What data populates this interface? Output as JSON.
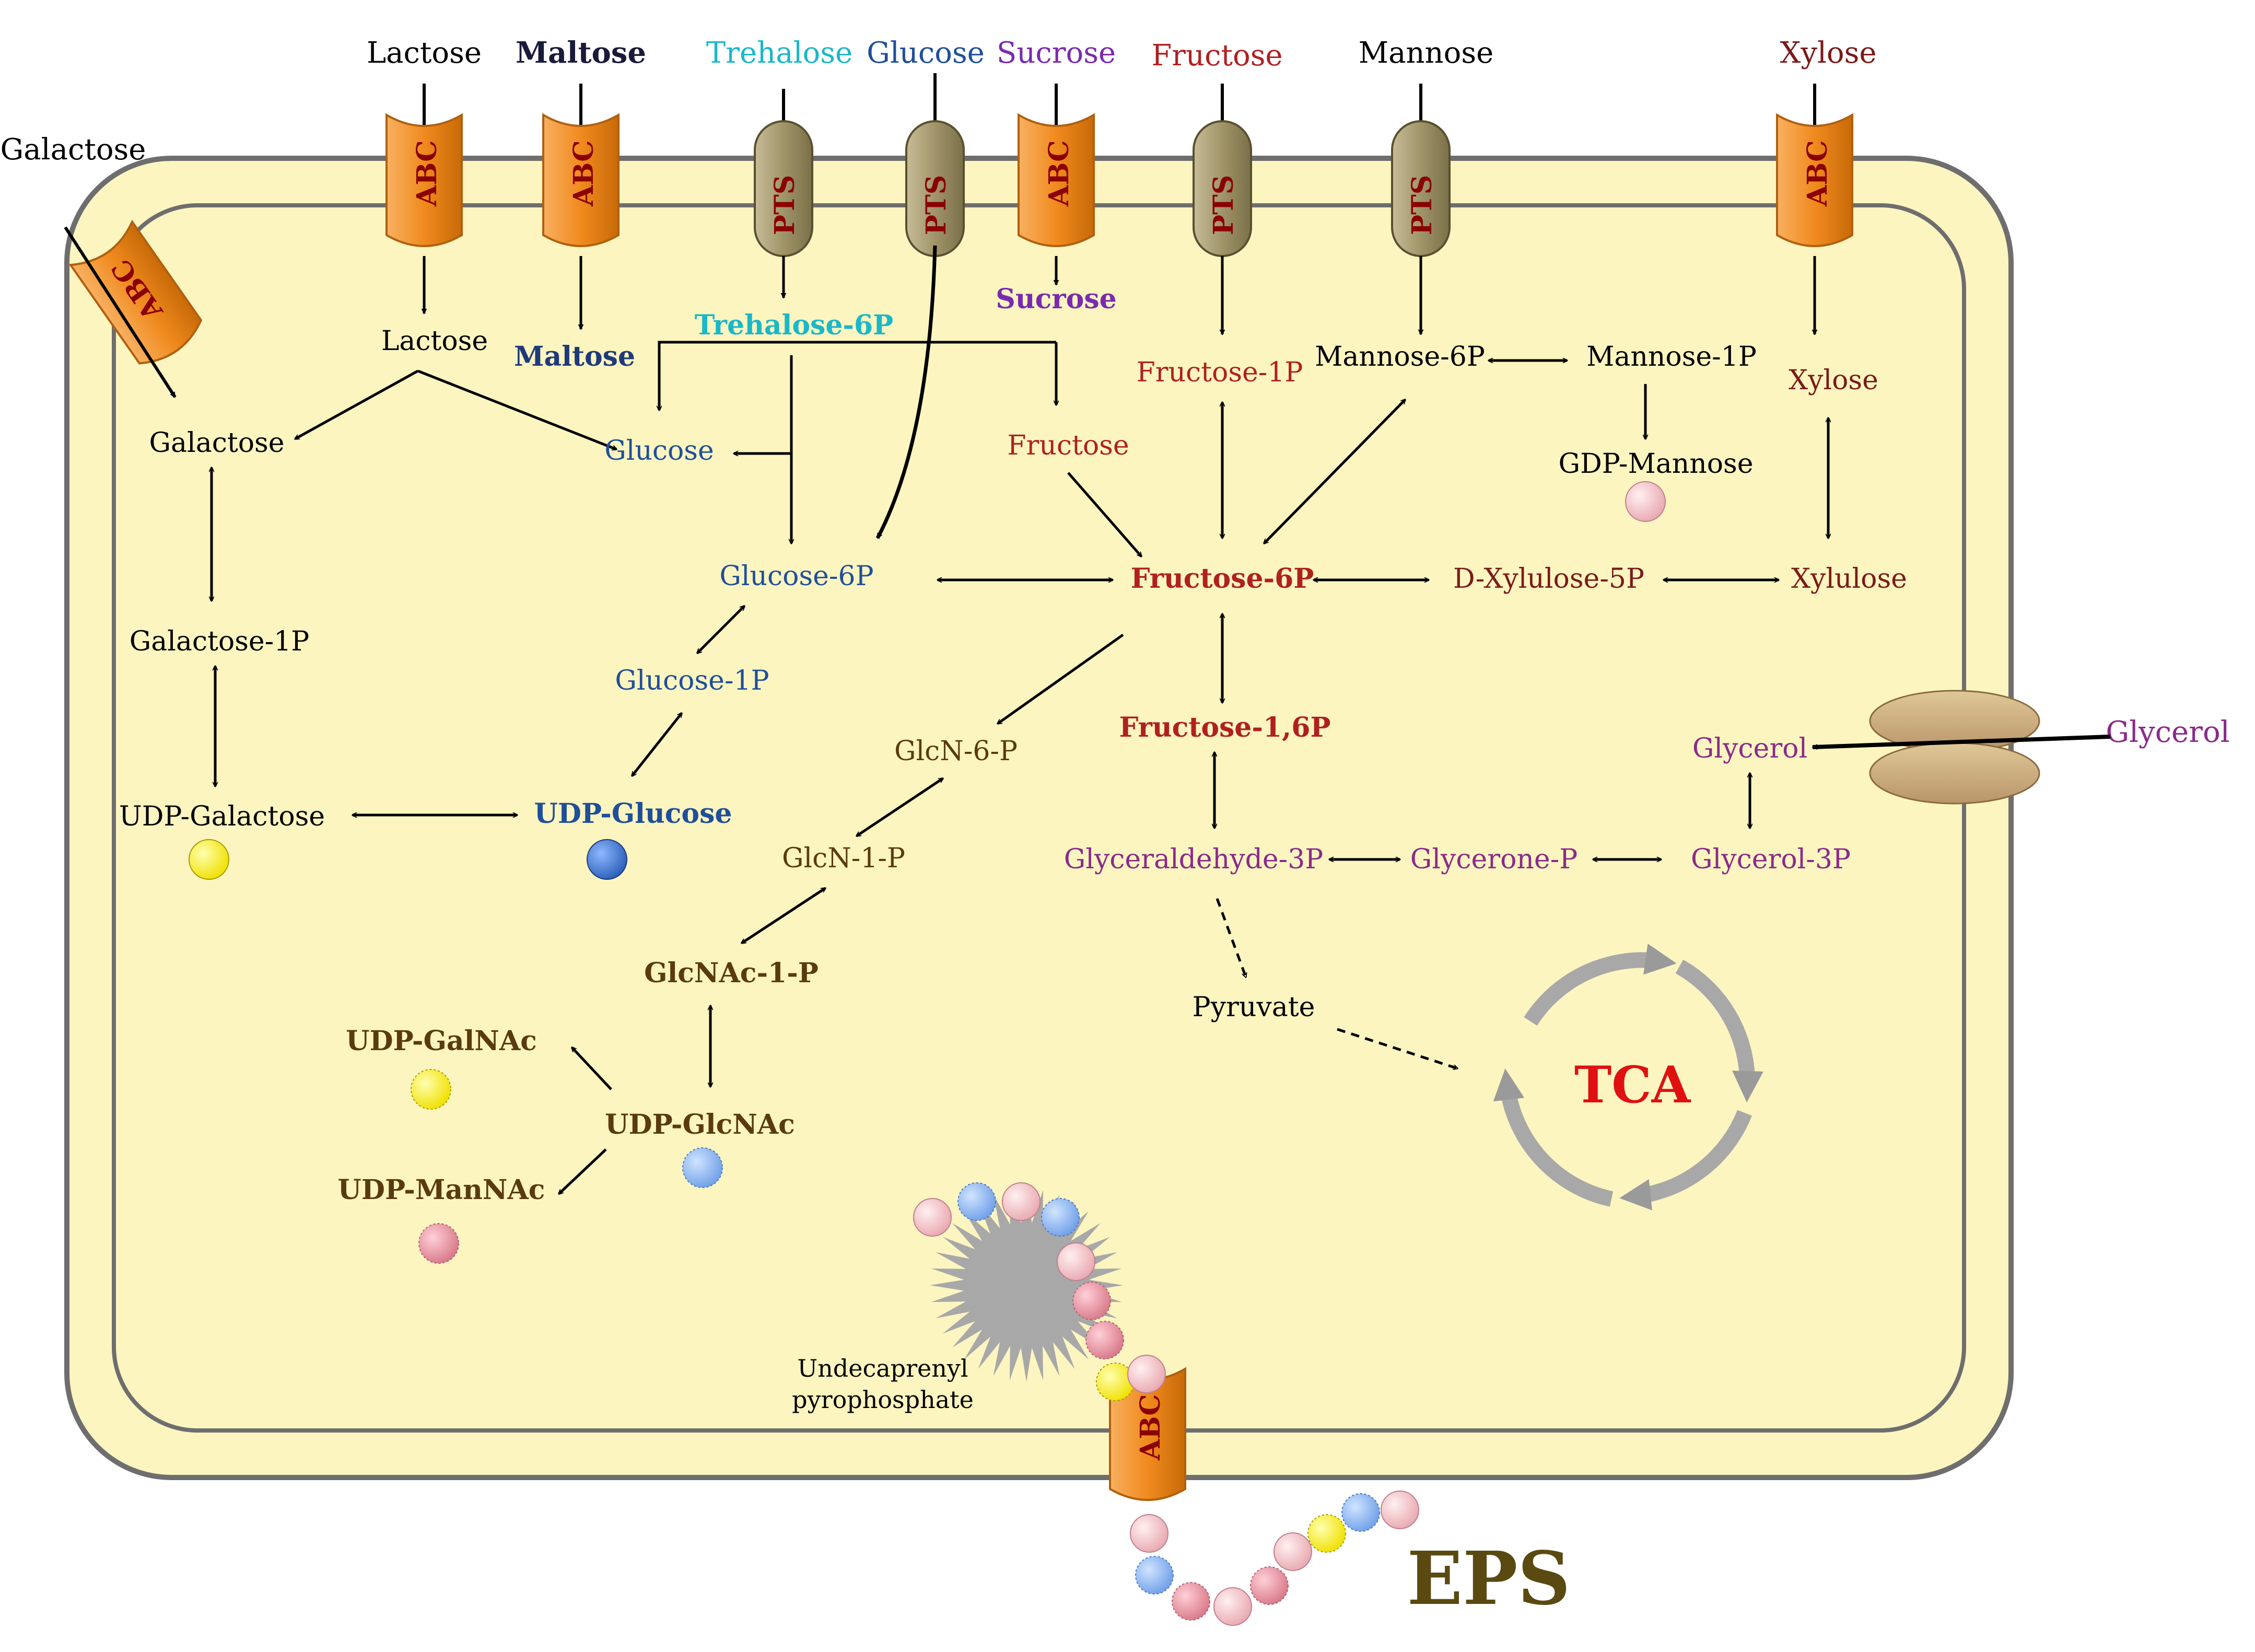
{
  "external": {
    "lactose": "Lactose",
    "maltose": "Maltose",
    "trehalose": "Trehalose",
    "glucose": "Glucose",
    "sucrose": "Sucrose",
    "fructose": "Fructose",
    "mannose": "Mannose",
    "xylose": "Xylose",
    "galactose": "Galactose",
    "glycerol": "Glycerol"
  },
  "transporters": {
    "abc": "ABC",
    "pts": "PTS"
  },
  "internal": {
    "lactose": "Lactose",
    "maltose": "Maltose",
    "trehalose_6p": "Trehalose-6P",
    "sucrose": "Sucrose",
    "galactose": "Galactose",
    "glucose": "Glucose",
    "fructose": "Fructose",
    "fructose_1p": "Fructose-1P",
    "mannose_6p": "Mannose-6P",
    "mannose_1p": "Mannose-1P",
    "xylose": "Xylose",
    "gdp_mannose": "GDP-Mannose",
    "glucose_6p": "Glucose-6P",
    "fructose_6p": "Fructose-6P",
    "d_xylulose_5p": "D-Xylulose-5P",
    "xylulose": "Xylulose",
    "galactose_1p": "Galactose-1P",
    "glucose_1p": "Glucose-1P",
    "glcn_6p": "GlcN-6-P",
    "fructose_16p": "Fructose-1,6P",
    "glycerol": "Glycerol",
    "udp_galactose": "UDP-Galactose",
    "udp_glucose": "UDP-Glucose",
    "glcn_1p": "GlcN-1-P",
    "glyceraldehyde_3p": "Glyceraldehyde-3P",
    "glycerone_p": "Glycerone-P",
    "glycerol_3p": "Glycerol-3P",
    "glcnac_1p": "GlcNAc-1-P",
    "pyruvate": "Pyruvate",
    "udp_galnac": "UDP-GalNAc",
    "udp_glcnac": "UDP-GlcNAc",
    "udp_mannac": "UDP-ManNAc",
    "tca": "TCA",
    "undecaprenyl_1": "Undecaprenyl",
    "undecaprenyl_2": "pyrophosphate",
    "eps": "EPS"
  },
  "colors": {
    "cell_fill": "#fcf5c0",
    "membrane": "#6e6e6e",
    "abc_orange": "#f08a1e",
    "pts_olive": "#a09468",
    "pts_text": "#b01010",
    "porin": "#c8ad7f",
    "tca_red": "#e01010",
    "eps_text": "#5a4a12",
    "sucrose_purple": "#7a2ab0",
    "trehalose_cyan": "#1ab8c8",
    "glucose_blue": "#1f4f9a",
    "fructose_red": "#b02020",
    "glycerol_pink": "#8a2a8a",
    "galactose_yellow": "#d4c400",
    "glcn_brown": "#5a3a10"
  }
}
